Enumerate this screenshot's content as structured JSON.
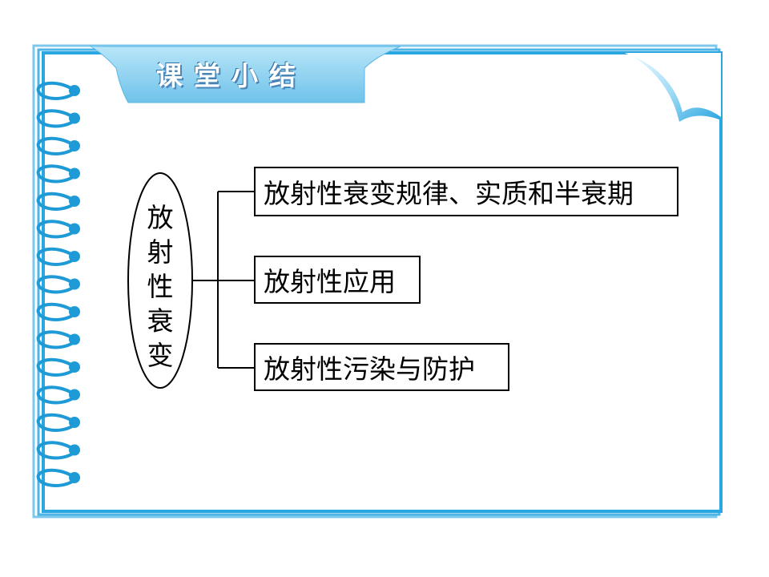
{
  "header": {
    "title": "课堂小结"
  },
  "diagram": {
    "root": {
      "chars": [
        "放",
        "射",
        "性",
        "衰",
        "变"
      ]
    },
    "branches": [
      {
        "label": "放射性衰变规律、实质和半衰期"
      },
      {
        "label": "放射性应用"
      },
      {
        "label": "放射性污染与防护"
      }
    ]
  },
  "colors": {
    "accent": "#1e9ad6",
    "header_tab": "#8fd0f0",
    "paper_border": "#2aa6e0"
  }
}
